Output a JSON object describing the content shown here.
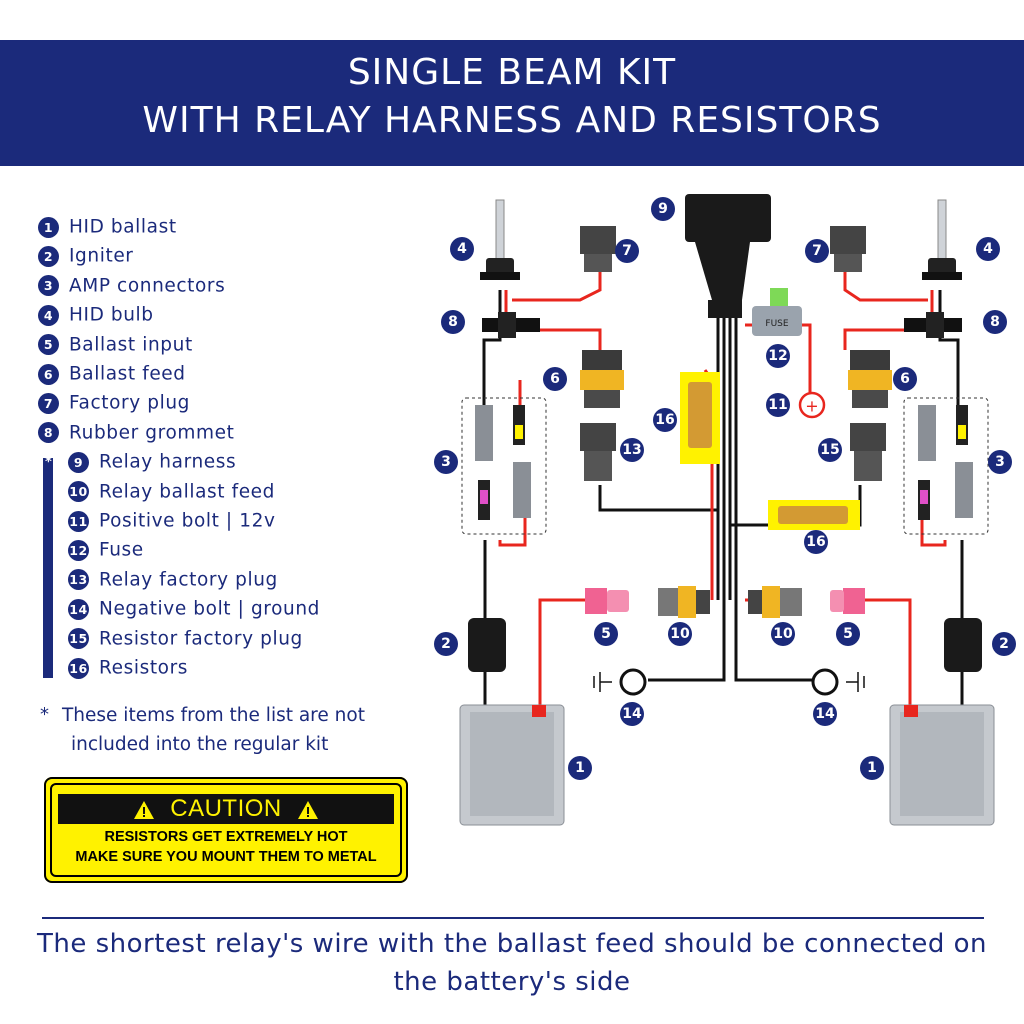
{
  "header": {
    "line1": "SINGLE BEAM KIT",
    "line2": "WITH RELAY HARNESS  AND RESISTORS"
  },
  "legend": [
    {
      "num": "1",
      "label": "HID ballast"
    },
    {
      "num": "2",
      "label": "Igniter"
    },
    {
      "num": "3",
      "label": "AMP connectors"
    },
    {
      "num": "4",
      "label": "HID bulb"
    },
    {
      "num": "5",
      "label": "Ballast input"
    },
    {
      "num": "6",
      "label": "Ballast feed"
    },
    {
      "num": "7",
      "label": "Factory plug"
    },
    {
      "num": "8",
      "label": "Rubber grommet"
    },
    {
      "num": "9",
      "label": "Relay harness"
    },
    {
      "num": "10",
      "label": "Relay ballast feed"
    },
    {
      "num": "11",
      "label": "Positive bolt  | 12v"
    },
    {
      "num": "12",
      "label": "Fuse"
    },
    {
      "num": "13",
      "label": "Relay factory plug"
    },
    {
      "num": "14",
      "label": "Negative bolt  | ground"
    },
    {
      "num": "15",
      "label": "Resistor factory plug"
    },
    {
      "num": "16",
      "label": "Resistors"
    }
  ],
  "legend_star": "*",
  "note": {
    "star": "*",
    "line1": "These items from the list are not",
    "line2": "included into the regular kit"
  },
  "caution": {
    "title": "CAUTION",
    "line1": "RESISTORS  GET  EXTREMELY HOT",
    "line2": "MAKE SURE YOU MOUNT THEM TO METAL"
  },
  "footer": {
    "line1": "The shortest relay's wire with the ballast feed  should  be connected  on",
    "line2": "the battery's side"
  },
  "diagram": {
    "fuse_label": "FUSE",
    "positive_symbol": "+"
  },
  "colors": {
    "navy": "#1b2a7b",
    "wire_red": "#e8261e",
    "wire_black": "#111111",
    "caution_yellow": "#fff200"
  }
}
